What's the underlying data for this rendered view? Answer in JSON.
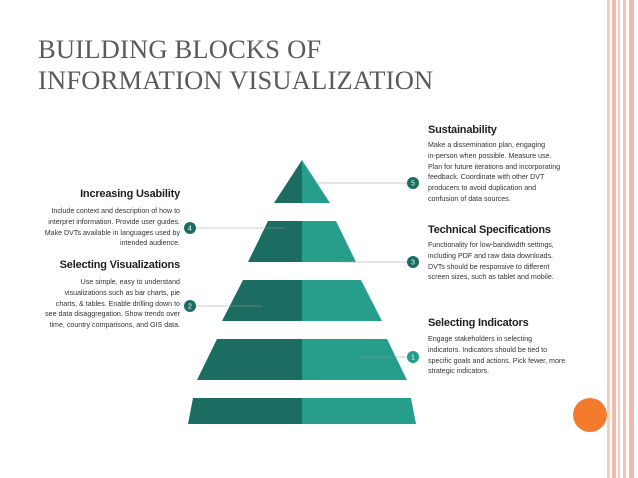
{
  "slide": {
    "title_line1": "BUILDING BLOCKS OF",
    "title_line2": "INFORMATION VISUALIZATION"
  },
  "colors": {
    "pyramid_dark": "#1a6d60",
    "pyramid_light": "#279e8b",
    "stripe_pink": "#f3c4b6",
    "badge_orange": "#f47b2e"
  },
  "blocks": [
    {
      "number": "1",
      "heading": "Selecting Indicators",
      "lines": [
        "Engage stakeholders in selecting",
        "indicators. Indicators should be tied to",
        "specific goals and actions. Pick fewer, more",
        "strategic indicators."
      ]
    },
    {
      "number": "2",
      "heading": "Selecting Visualizations",
      "lines": [
        "Use simple, easy to understand",
        "visualizations such as bar charts, pie",
        "charts, & tables. Enable drilling down to",
        "see data disaggregation. Show trends over",
        "time, country comparisons, and GIS data."
      ]
    },
    {
      "number": "3",
      "heading": "Technical Specifications",
      "lines": [
        "Functionality for low-bandwidth settings,",
        "including PDF and raw data downloads.",
        "DVTs should be responsive to different",
        "screen sizes, such as tablet and mobile."
      ]
    },
    {
      "number": "4",
      "heading": "Increasing Usability",
      "lines": [
        "Include context and description of how to",
        "interpret information. Provide user guides.",
        "Make DVTs available in languages used by",
        "intended audience."
      ]
    },
    {
      "number": "5",
      "heading": "Sustainability",
      "lines": [
        "Make a dissemination plan, engaging",
        "in-person when possible. Measure use.",
        "Plan for future iterations and incorporating",
        "feedback. Coordinate with other DVT",
        "producers to avoid duplication and",
        "confusion of data sources."
      ]
    }
  ]
}
